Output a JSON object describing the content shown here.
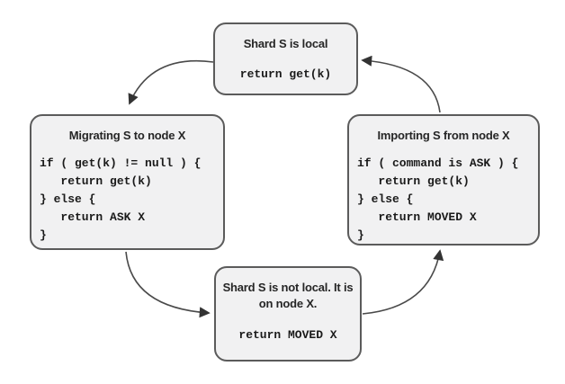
{
  "diagram": {
    "colors": {
      "background": "#ffffff",
      "node_fill": "#f1f1f2",
      "node_border": "#5b5b5b",
      "arrow": "#3f3f3f",
      "text": "#1a1a1a"
    },
    "nodes": {
      "top": {
        "title": "Shard S is local",
        "code": "return get(k)"
      },
      "left": {
        "title": "Migrating S to node X",
        "code": "if ( get(k) != null ) {\n   return get(k)\n} else {\n   return ASK X\n}"
      },
      "right": {
        "title": "Importing S from node X",
        "code": "if ( command is ASK ) {\n   return get(k)\n} else {\n   return MOVED X\n}"
      },
      "bottom": {
        "title": "Shard S is not local. It is on node X.",
        "code": "return MOVED X"
      }
    },
    "edges": [
      {
        "from": "shard-s-is-local",
        "to": "migrating-s-to-node-x"
      },
      {
        "from": "migrating-s-to-node-x",
        "to": "shard-s-is-not-local"
      },
      {
        "from": "shard-s-is-not-local",
        "to": "importing-s-from-node-x"
      },
      {
        "from": "importing-s-from-node-x",
        "to": "shard-s-is-local"
      }
    ]
  }
}
